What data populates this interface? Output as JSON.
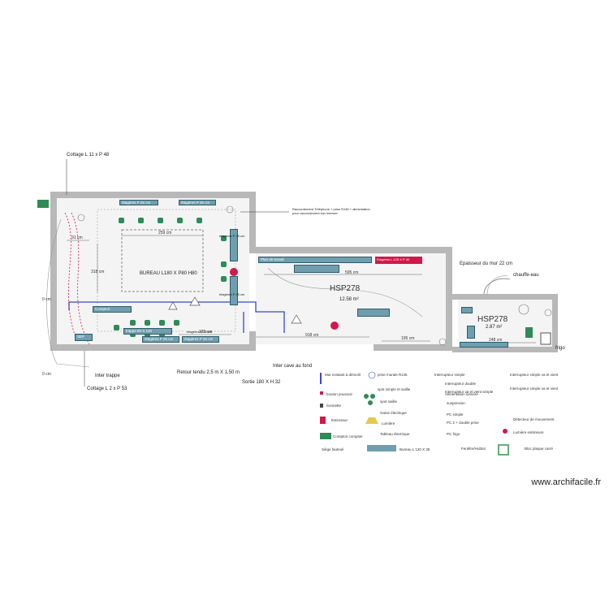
{
  "rooms": [
    {
      "name": "HSP278",
      "area": "12.58 m²"
    },
    {
      "name": "HSP278",
      "area": "2.87 m²"
    }
  ],
  "labels": {
    "cottage_top": "Cottage L 11 x P 48",
    "cottage_bottom": "Cottage L 2 x P 53",
    "inter_trappe": "Inter trappe",
    "retour": "Retour tendu 2,5 m X 1,50 m",
    "sortie": "Sortie 180 X H 32",
    "interrupteur": "Inter cave au fond",
    "epaisseur": "Epaisseur du mur 22 cm",
    "chauffe_eau": "chauffe-eau",
    "frigo": "frigo",
    "raccordement": "Raccordement Téléphone + prise RJ45 + alimentation pour raccordement box internet",
    "plan_travail": "Plan de travail",
    "comptoir": "Comptoir",
    "trappe": "trappe 80 X 120",
    "etagere_1": "étagères P 25 cm",
    "etagere_2": "étagères P 25 cm",
    "etagere_3": "étagères P 25 cm",
    "etagere_4": "étagères P 25 cm",
    "etagere_5": "étagères P 25 cm",
    "etagere_6": "étagères P 25 cm",
    "etagere_7": "étagères P 25 cm",
    "etagere_haut": "Etagères L 125 X P 40",
    "bureau": "BUREAU L180 X P80 H80",
    "sep": "SEP",
    "dim_1": "259 cm",
    "dim_2": "595 cm",
    "dim_3": "918 cm",
    "dim_4": "195 cm",
    "dim_5": "248 cm",
    "dim_6": "91 cm",
    "dim_7": "135 cm",
    "dim_8": "318 cm",
    "side_1": "0 cm",
    "side_2": "0 cm"
  },
  "legend": [
    {
      "icon": "wall-line-icon",
      "text": "Mur existant à démolir"
    },
    {
      "icon": "outlet-icon",
      "text": "prise murale RJ45"
    },
    {
      "icon": "switch-icon",
      "text": "Interrupteur simple"
    },
    {
      "icon": "switch-double-icon",
      "text": "Interrupteur double"
    },
    {
      "icon": "switch-bi-icon",
      "text": "Interrupteur simple va et vient"
    },
    {
      "icon": "bell-button-icon",
      "text": "bouton poussoir"
    },
    {
      "icon": "spot-wall-icon",
      "text": "spot simple et saillie"
    },
    {
      "icon": "switch-sl-icon",
      "text": "Interrupteur va et vient simple"
    },
    {
      "icon": "switch-sl2-icon",
      "text": "Interrupteur simple va et vient"
    },
    {
      "icon": "bell-icon",
      "text": "Sonnette"
    },
    {
      "icon": "spot-pair-icon",
      "text": "spot saillie"
    },
    {
      "icon": "fan-icon",
      "text": "Alimentation lumière"
    },
    {
      "icon": "suspension-icon",
      "text": "suspension"
    },
    {
      "icon": "fire-ext-icon",
      "text": "Extincteur"
    },
    {
      "icon": "duct-icon",
      "text": "Gaine électrique"
    },
    {
      "icon": "plug-icon",
      "text": "PC simple"
    },
    {
      "icon": "detector-icon",
      "text": "Détecteur de mouvement"
    },
    {
      "icon": "light-icon",
      "text": "Lumière"
    },
    {
      "icon": "plug-double-icon",
      "text": "PC 2 + double prise"
    },
    {
      "icon": "light-red-icon",
      "text": "Lumière extérieure"
    },
    {
      "icon": "counter-icon",
      "text": "Comptoir comptoir"
    },
    {
      "icon": "panel-icon",
      "text": "Tableau électrique"
    },
    {
      "icon": "plug-fridge-icon",
      "text": "PC frigo"
    },
    {
      "icon": "chair-icon",
      "text": "Siège fauteuil"
    },
    {
      "icon": "table-icon",
      "text": "Bureau L 120 X 35"
    },
    {
      "icon": "window-icon",
      "text": "Fenêtre/Hublot"
    },
    {
      "icon": "square-icon",
      "text": "Bloc plaque carré"
    }
  ],
  "watermark": "www.archifacile.fr",
  "colors": {
    "wall": "#b8b8b8",
    "shelf": "#6f9fae",
    "floor": "#f4f4f4",
    "accent": "#d2184b",
    "green": "#2e8b57",
    "blue_line": "#3a48c9"
  }
}
